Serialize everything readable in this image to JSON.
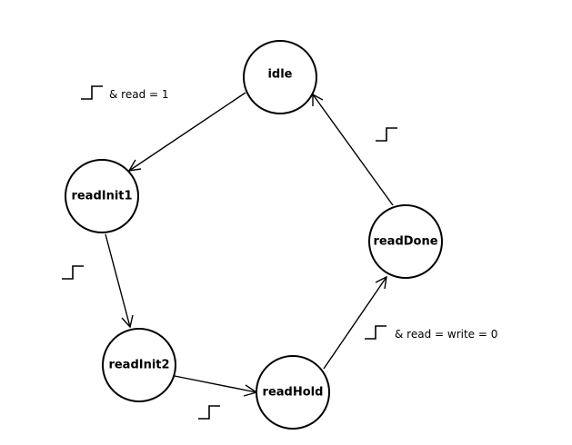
{
  "states": [
    {
      "id": "idle",
      "label": "idle"
    },
    {
      "id": "readInit1",
      "label": "readInit1"
    },
    {
      "id": "readInit2",
      "label": "readInit2"
    },
    {
      "id": "readHold",
      "label": "readHold"
    },
    {
      "id": "readDone",
      "label": "readDone"
    }
  ],
  "transitions": [
    {
      "from": "idle",
      "to": "readInit1",
      "trigger_icon": "rising-edge-icon",
      "condition": "& read = 1"
    },
    {
      "from": "readInit1",
      "to": "readInit2",
      "trigger_icon": "rising-edge-icon",
      "condition": ""
    },
    {
      "from": "readInit2",
      "to": "readHold",
      "trigger_icon": "rising-edge-icon",
      "condition": ""
    },
    {
      "from": "readHold",
      "to": "readDone",
      "trigger_icon": "rising-edge-icon",
      "condition": "& read = write = 0"
    },
    {
      "from": "readDone",
      "to": "idle",
      "trigger_icon": "rising-edge-icon",
      "condition": ""
    }
  ]
}
